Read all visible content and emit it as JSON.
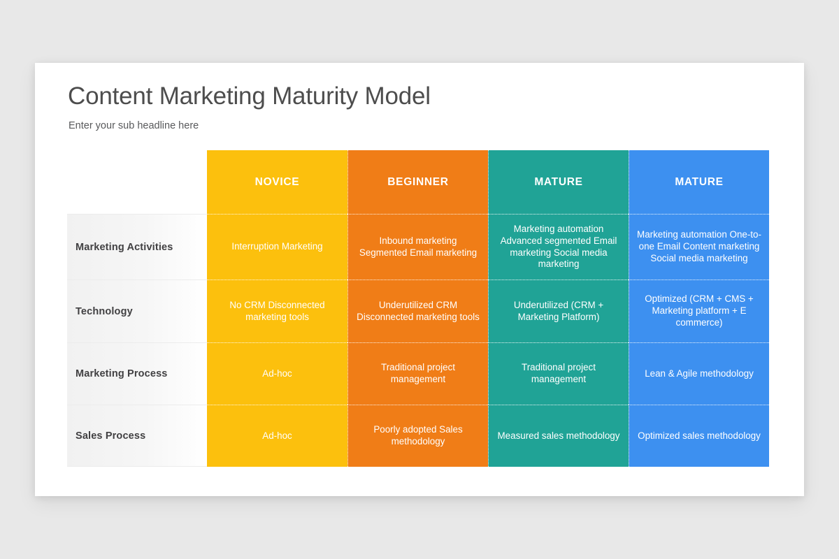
{
  "slide": {
    "title": "Content Marketing Maturity Model",
    "subtitle": "Enter your sub headline here"
  },
  "colors": {
    "background": "#e8e8e8",
    "card": "#ffffff",
    "novice": "#fcc00d",
    "beginner": "#f07d17",
    "mature_teal": "#20a396",
    "mature_blue": "#3d90f0",
    "title_text": "#4d4d4d",
    "row_label_text": "#414042"
  },
  "matrix": {
    "corner_label": "",
    "columns": [
      {
        "label": "NOVICE",
        "color": "#fcc00d"
      },
      {
        "label": "BEGINNER",
        "color": "#f07d17"
      },
      {
        "label": "MATURE",
        "color": "#20a396"
      },
      {
        "label": "MATURE",
        "color": "#3d90f0"
      }
    ],
    "rows": [
      {
        "label": "Marketing Activities",
        "cells": [
          "Interruption Marketing",
          "Inbound marketing Segmented Email marketing",
          "Marketing automation Advanced segmented Email marketing Social media marketing",
          "Marketing automation One-to-one Email Content marketing Social media marketing"
        ]
      },
      {
        "label": "Technology",
        "cells": [
          "No CRM Disconnected marketing tools",
          "Underutilized CRM Disconnected marketing tools",
          "Underutilized (CRM + Marketing Platform)",
          "Optimized (CRM + CMS + Marketing platform + E commerce)"
        ]
      },
      {
        "label": "Marketing Process",
        "cells": [
          "Ad-hoc",
          "Traditional project management",
          "Traditional project management",
          "Lean & Agile methodology"
        ]
      },
      {
        "label": "Sales Process",
        "cells": [
          "Ad-hoc",
          "Poorly adopted Sales methodology",
          "Measured sales methodology",
          "Optimized sales methodology"
        ]
      }
    ]
  }
}
